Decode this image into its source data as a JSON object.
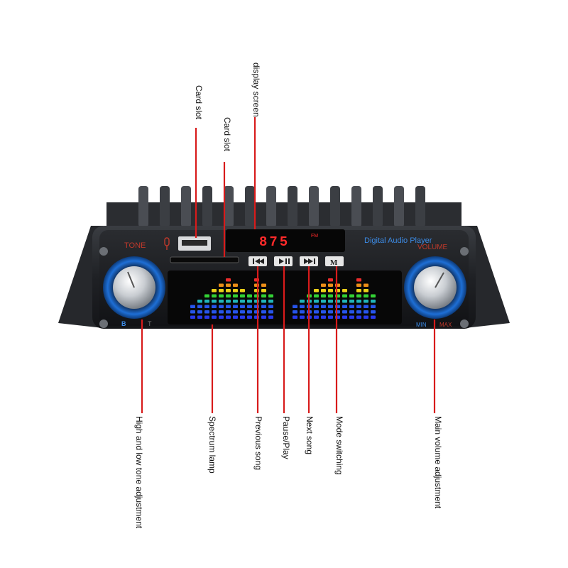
{
  "device": {
    "panel_title": "Digital Audio Player",
    "tone_label": "TONE",
    "volume_label": "VOLUME",
    "min_label": "MIN",
    "max_label": "MAX",
    "bass_label": "B",
    "treble_label": "T",
    "display_digits": "875",
    "display_unit": "FM",
    "mode_button_glyph": "M",
    "buttons": [
      "previous-song-button",
      "pause-play-button",
      "next-song-button",
      "mode-button"
    ]
  },
  "callouts": {
    "card_slot_usb": "Card slot",
    "card_slot_sd": "Card slot",
    "display_screen": "display screen",
    "tone_adjustment": "High and low tone adjustment",
    "spectrum_lamp": "Spectrum lamp",
    "previous_song": "Previous song",
    "pause_play": "Pause/Play",
    "next_song": "Next song",
    "mode_switching": "Mode switching",
    "main_volume": "Main volume adjustment"
  },
  "colors": {
    "callout_line": "#d81b1b",
    "ring_blue": "#1e6fd6",
    "panel_text_blue": "#3c8ce7",
    "panel_text_red": "#c0392b",
    "display_red": "#ff2a2a",
    "body_dark": "#1e2024"
  }
}
